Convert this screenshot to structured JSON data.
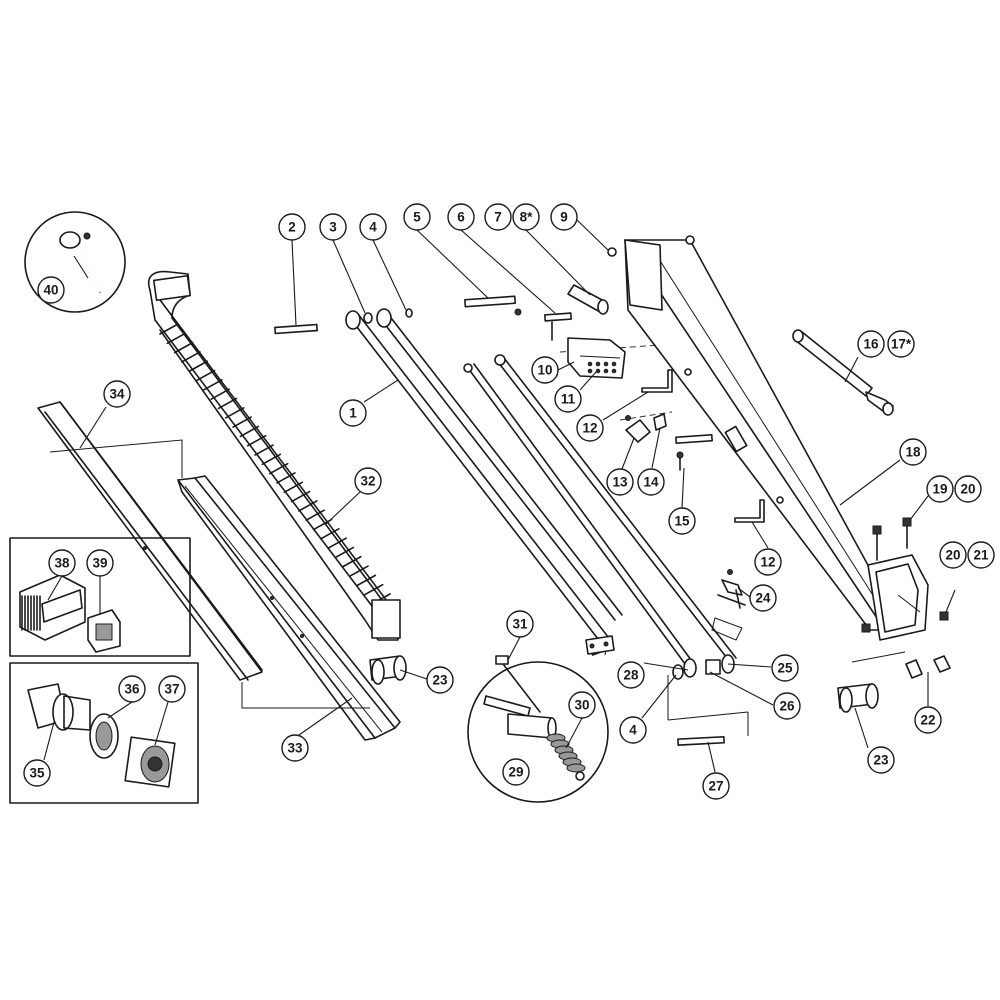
{
  "callouts": {
    "c1": "1",
    "c2": "2",
    "c3": "3",
    "c4a": "4",
    "c4b": "4",
    "c5": "5",
    "c6": "6",
    "c7": "7",
    "c8": "8*",
    "c9": "9",
    "c10": "10",
    "c11": "11",
    "c12a": "12",
    "c12b": "12",
    "c13": "13",
    "c14": "14",
    "c15": "15",
    "c16": "16",
    "c17": "17*",
    "c18": "18",
    "c19": "19",
    "c20a": "20",
    "c20b": "20",
    "c21": "21",
    "c22": "22",
    "c23a": "23",
    "c23b": "23",
    "c24": "24",
    "c25": "25",
    "c26": "26",
    "c27": "27",
    "c28": "28",
    "c29": "29",
    "c30": "30",
    "c31": "31",
    "c32": "32",
    "c33": "33",
    "c34": "34",
    "c35": "35",
    "c36": "36",
    "c37": "37",
    "c38": "38",
    "c39": "39",
    "c40": "40"
  }
}
